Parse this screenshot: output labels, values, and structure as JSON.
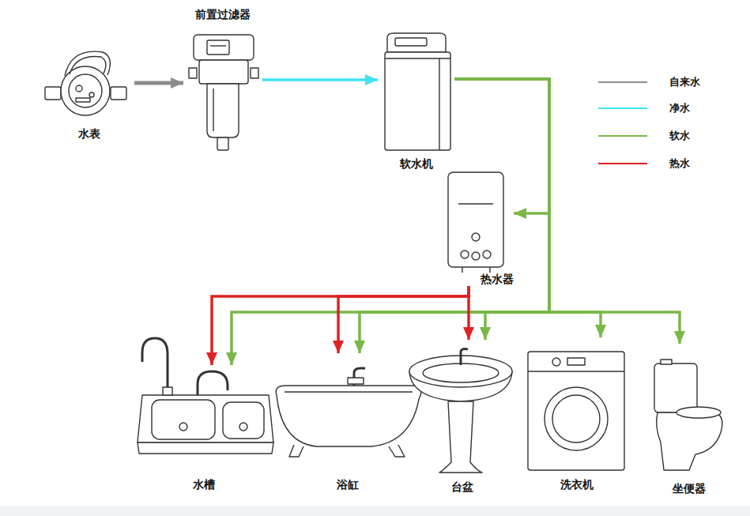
{
  "diagram": {
    "nodes": [
      {
        "text": [
          "水表"
        ]
      },
      {
        "text": [
          "前置过滤器"
        ]
      },
      {
        "text": [
          "软水机"
        ]
      },
      {
        "text": [
          "热水器"
        ]
      },
      {
        "text": [
          "水槽"
        ]
      },
      {
        "text": [
          "浴缸"
        ]
      },
      {
        "text": [
          "台盆"
        ]
      },
      {
        "text": [
          "洗衣机"
        ]
      },
      {
        "text": [
          "坐便器"
        ]
      }
    ],
    "edges": [
      {
        "from": 0,
        "to": 1,
        "arrow": "to"
      },
      {
        "from": 1,
        "to": 2,
        "arrow": "to"
      },
      {
        "from": 2,
        "to": 3,
        "arrow": "to"
      },
      {
        "from": 2,
        "to": 4,
        "arrow": "to"
      },
      {
        "from": 2,
        "to": 5,
        "arrow": "to"
      },
      {
        "from": 2,
        "to": 6,
        "arrow": "to"
      },
      {
        "from": 2,
        "to": 7,
        "arrow": "to"
      },
      {
        "from": 2,
        "to": 8,
        "arrow": "to"
      },
      {
        "from": 3,
        "to": 4,
        "arrow": "to"
      },
      {
        "from": 3,
        "to": 5,
        "arrow": "to"
      },
      {
        "from": 3,
        "to": 6,
        "arrow": "to"
      }
    ],
    "legend": [
      {
        "text": "自来水"
      },
      {
        "text": "净水"
      },
      {
        "text": "软水"
      },
      {
        "text": "热水"
      }
    ]
  }
}
